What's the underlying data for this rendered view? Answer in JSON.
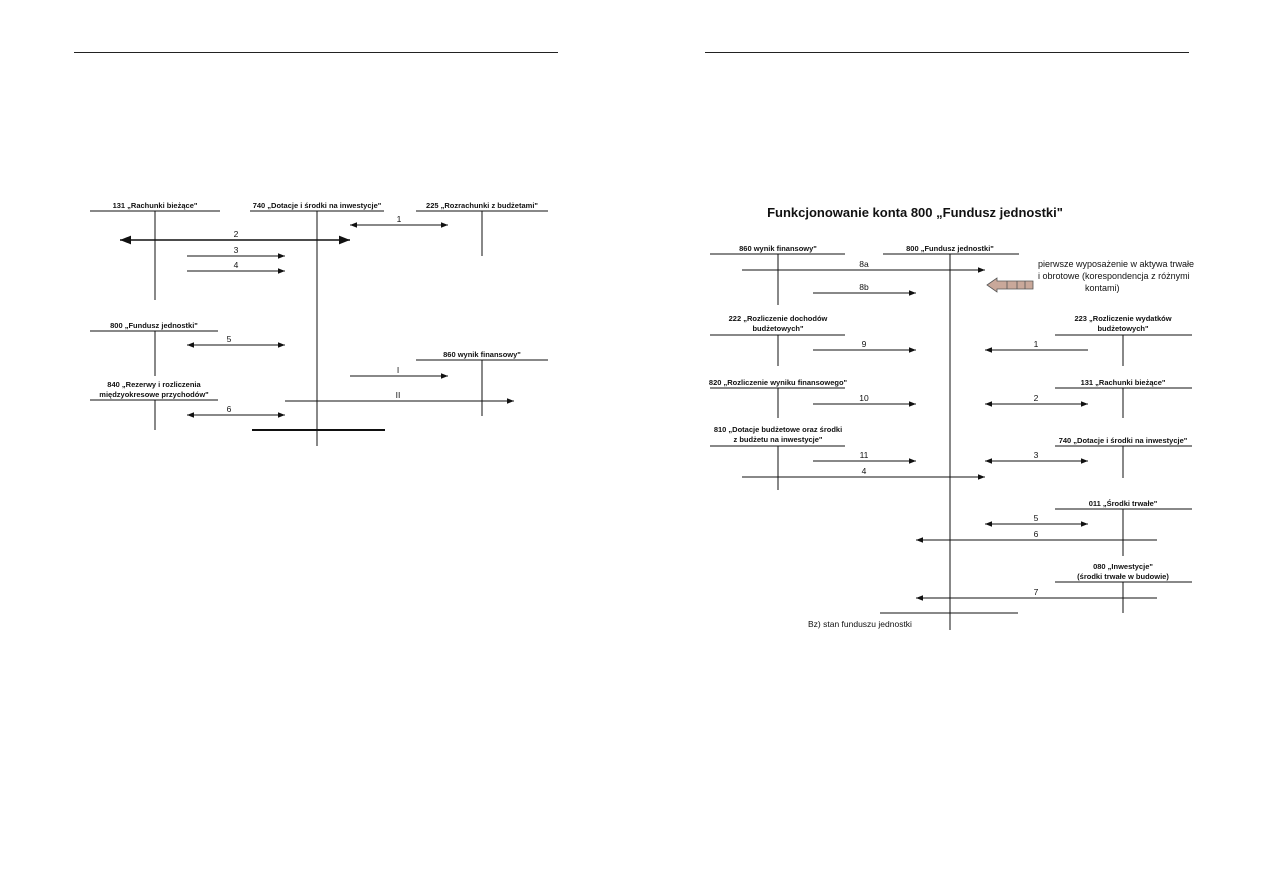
{
  "left": {
    "accounts": {
      "a131": "131 „Rachunki bieżące\"",
      "a740": "740 „Dotacje i środki na inwestycje\"",
      "a225": "225 „Rozrachunki z budżetami\"",
      "a800": "800 „Fundusz jednostki\"",
      "a860": "860  wynik finansowy\"",
      "a840_line1": "840 „Rezerwy i rozliczenia",
      "a840_line2": "międzyokresowe przychodów\""
    },
    "flows": [
      "1",
      "2",
      "3",
      "4",
      "5",
      "6",
      "I",
      "II"
    ]
  },
  "right": {
    "title": "Funkcjonowanie konta 800 „Fundusz jednostki\"",
    "accounts": {
      "a860": "860  wynik finansowy\"",
      "a800": "800 „Fundusz jednostki\"",
      "a222_line1": "222 „Rozliczenie dochodów",
      "a222_line2": "budżetowych\"",
      "a223_line1": "223 „Rozliczenie wydatków",
      "a223_line2": "budżetowych\"",
      "a820": "820 „Rozliczenie wyniku finansowego\"",
      "a131": "131 „Rachunki bieżące\"",
      "a810_line1": "810 „Dotacje budżetowe oraz środki",
      "a810_line2": "z budżetu na inwestycje\"",
      "a740": "740 „Dotacje i środki na inwestycje\"",
      "a011": "011 „Środki trwałe\"",
      "a080_line1": "080 „Inwestycje\"",
      "a080_line2": "(środki trwałe w budowie)"
    },
    "note_lines": [
      "pierwsze wyposażenie w aktywa trwałe",
      "i obrotowe (korespondencja z różnymi",
      "kontami)"
    ],
    "flows": [
      "8a",
      "8b",
      "9",
      "1",
      "10",
      "2",
      "11",
      "3",
      "4",
      "5",
      "6",
      "7"
    ],
    "closing": "Bz) stan funduszu jednostki"
  }
}
